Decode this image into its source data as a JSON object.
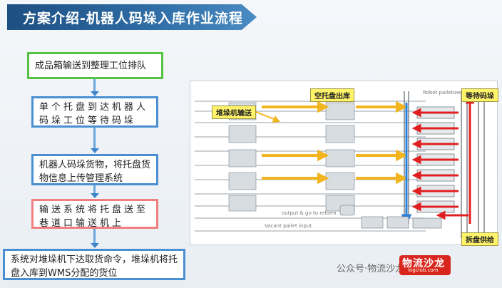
{
  "header": {
    "title": "方案介绍-机器人码垛入库作业流程"
  },
  "steps": [
    {
      "text": "成品箱输送到整理工位排队",
      "color": "#55c244"
    },
    {
      "text": "单个托盘到达机器人码垛工位等待码垛",
      "color": "#4a8fd1"
    },
    {
      "text": "机器人码垛货物，将托盘货物信息上传管理系统",
      "color": "#4a8fd1"
    },
    {
      "text": "输送系统将托盘送至巷道口输送机上",
      "color": "#f07f7f"
    },
    {
      "text": "系统对堆垛机下达取货命令，堆垛机将托盘入库到WMS分配的货位",
      "color": "#4a8fd1"
    }
  ],
  "layout_diagram": {
    "labels": {
      "stacker_transfer": "堆垛机输送",
      "empty_pallet_out": "空托盘出库",
      "waiting_palletize": "等待码垛",
      "depallet_supply": "拆盘供给"
    },
    "annotations": {
      "robot_palletizer": "Robot palletizer",
      "output_reform": "output & go to reform",
      "vacant_pallet": "Vacant pallet input"
    }
  },
  "footer": {
    "logo_main": "物流沙龙",
    "logo_sub": "logclub.com",
    "wechat_line": "公众号·物流沙龙"
  },
  "colors": {
    "title_bg": "#2f6ea6",
    "arrow_yellow": "#f3b51f",
    "arrow_red": "#e02020",
    "arrow_blue": "#2a7fd6"
  }
}
